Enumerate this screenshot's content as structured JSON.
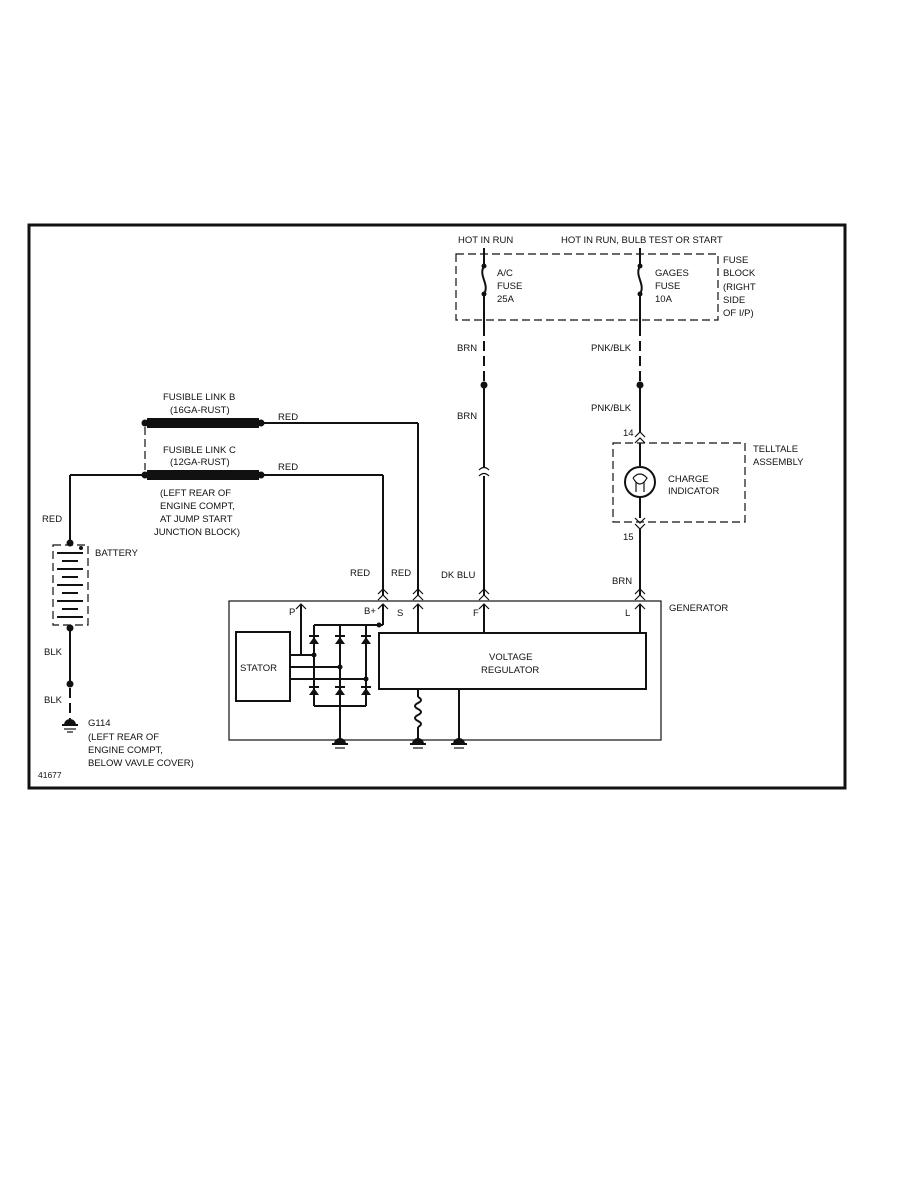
{
  "labels": {
    "hot_in_run": "HOT IN RUN",
    "hot_in_run_bulb": "HOT IN RUN, BULB TEST OR START",
    "ac_fuse": [
      "A/C",
      "FUSE",
      "25A"
    ],
    "gages_fuse": [
      "GAGES",
      "FUSE",
      "10A"
    ],
    "fuse_block": [
      "FUSE",
      "BLOCK",
      "(RIGHT",
      "SIDE",
      "OF I/P)"
    ],
    "fusible_link_b": [
      "FUSIBLE LINK B",
      "(16GA-RUST)"
    ],
    "fusible_link_c": [
      "FUSIBLE LINK C",
      "(12GA-RUST)"
    ],
    "link_location": [
      "(LEFT REAR OF",
      "ENGINE COMPT,",
      "AT JUMP START",
      "JUNCTION BLOCK)"
    ],
    "battery": "BATTERY",
    "ground_id": "G114",
    "ground_location": [
      "(LEFT REAR OF",
      "ENGINE COMPT,",
      "BELOW VAVLE COVER)"
    ],
    "telltale": [
      "TELLTALE",
      "ASSEMBLY"
    ],
    "charge_indicator": [
      "CHARGE",
      "INDICATOR"
    ],
    "generator": "GENERATOR",
    "stator": "STATOR",
    "voltage_regulator": [
      "VOLTAGE",
      "REGULATOR"
    ],
    "terminals": {
      "p": "P",
      "b_plus": "B+",
      "s": "S",
      "f": "F",
      "l": "L"
    },
    "pins": {
      "pin14": "14",
      "pin15": "15"
    },
    "diagram_id": "41677"
  },
  "wires": {
    "red": "RED",
    "brn": "BRN",
    "pnk_blk": "PNK/BLK",
    "dk_blu": "DK BLU",
    "blk": "BLK"
  }
}
